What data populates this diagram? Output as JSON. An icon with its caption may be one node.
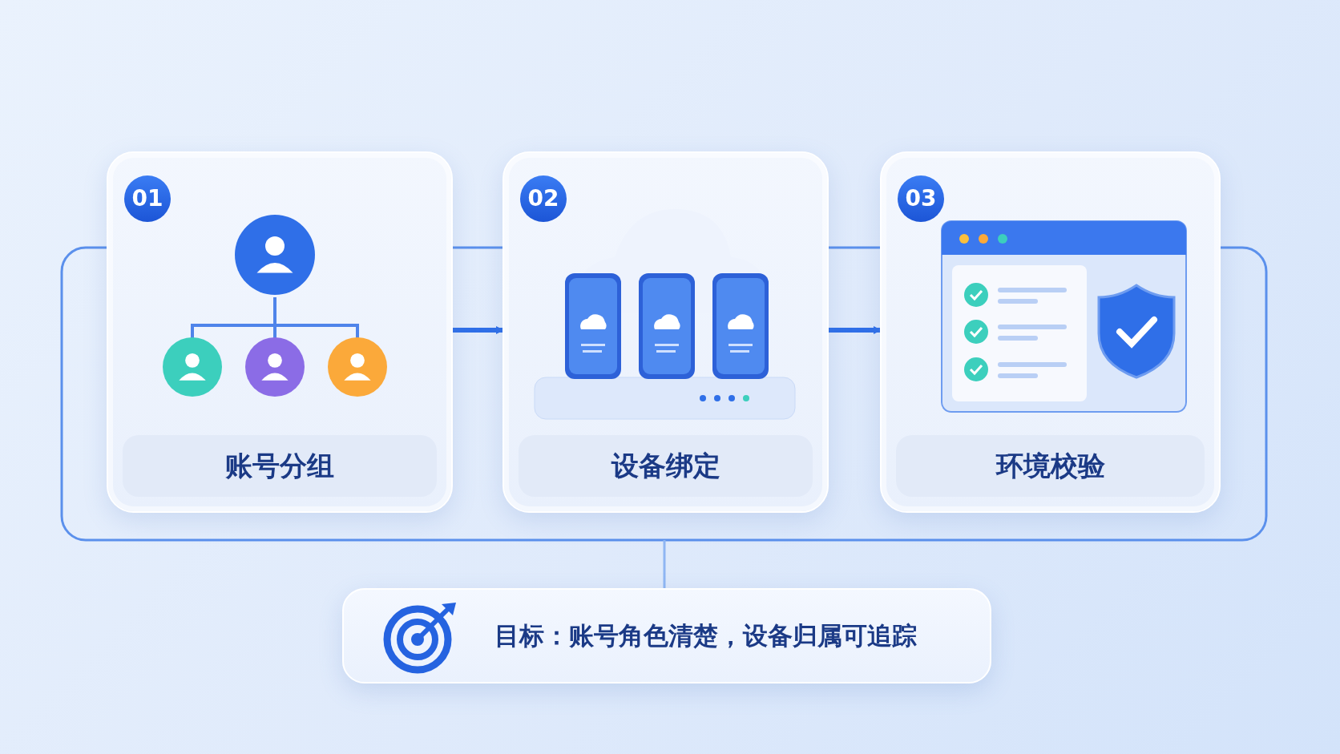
{
  "diagram": {
    "nodes": [
      {
        "text": [
          "01",
          "账号分组"
        ]
      },
      {
        "text": [
          "02",
          "设备绑定"
        ]
      },
      {
        "text": [
          "03",
          "环境校验"
        ]
      },
      {
        "text": [
          "目标：账号角色清楚，设备归属可追踪"
        ]
      }
    ],
    "edges": [
      {
        "from": 0,
        "to": 1,
        "arrow": "to"
      },
      {
        "from": 1,
        "to": 2,
        "arrow": "to"
      }
    ]
  }
}
